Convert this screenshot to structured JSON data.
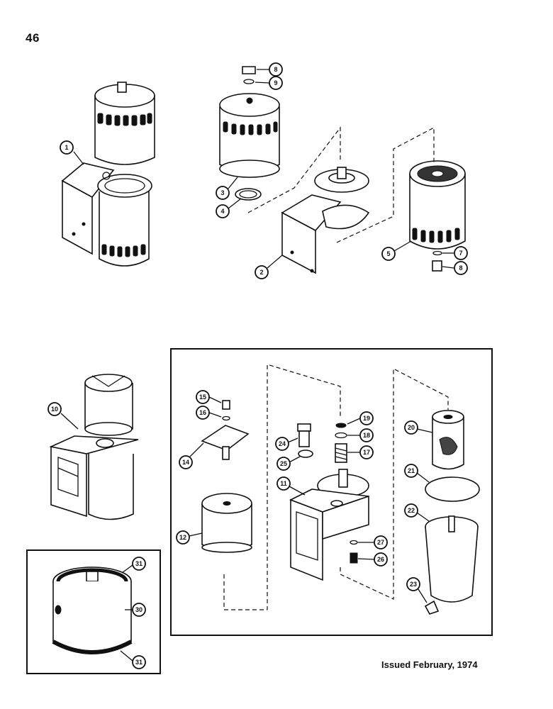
{
  "page_number": "46",
  "footer": "Issued February, 1974",
  "callouts": {
    "c1": "1",
    "c2": "2",
    "c3": "3",
    "c4": "4",
    "c5": "5",
    "c7": "7",
    "c8a": "8",
    "c8b": "8",
    "c9": "9",
    "c10": "10",
    "c11": "11",
    "c12": "12",
    "c14": "14",
    "c15": "15",
    "c16": "16",
    "c17": "17",
    "c18": "18",
    "c19": "19",
    "c20": "20",
    "c21": "21",
    "c22": "22",
    "c23": "23",
    "c24": "24",
    "c25": "25",
    "c26": "26",
    "c27": "27",
    "c30": "30",
    "c31a": "31",
    "c31b": "31"
  }
}
